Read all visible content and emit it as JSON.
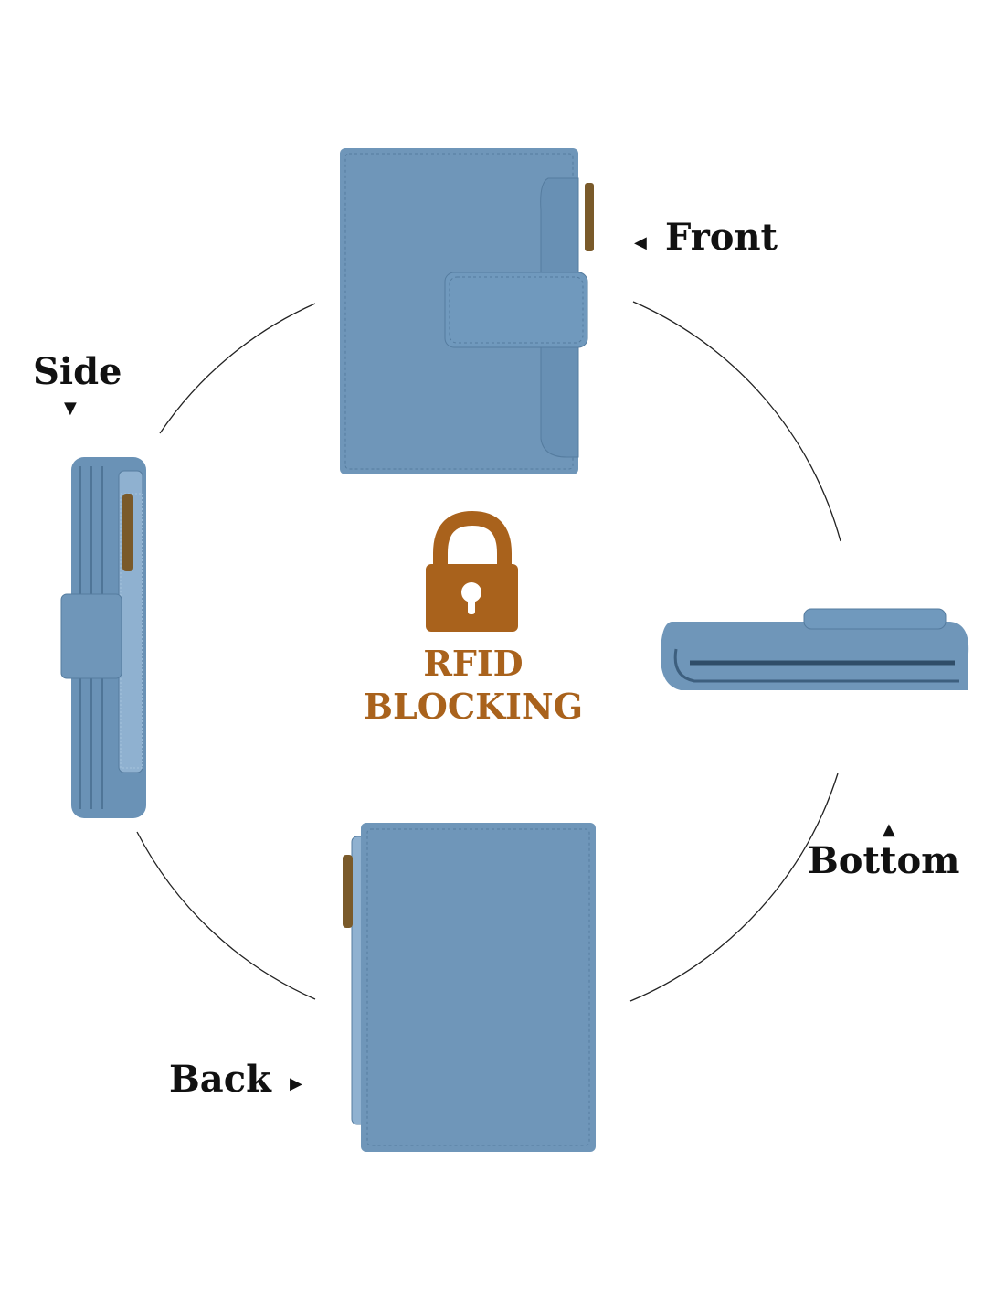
{
  "labels": {
    "front": "Front",
    "side": "Side",
    "bottom": "Bottom",
    "back": "Back"
  },
  "badge": {
    "line1": "RFID",
    "line2": "BLOCKING",
    "icon": "padlock-icon"
  },
  "colors": {
    "wallet": "#6f96b9",
    "wallet_dark": "#557c9f",
    "lock": "#a9621c",
    "zipper": "#7a5a2a"
  }
}
